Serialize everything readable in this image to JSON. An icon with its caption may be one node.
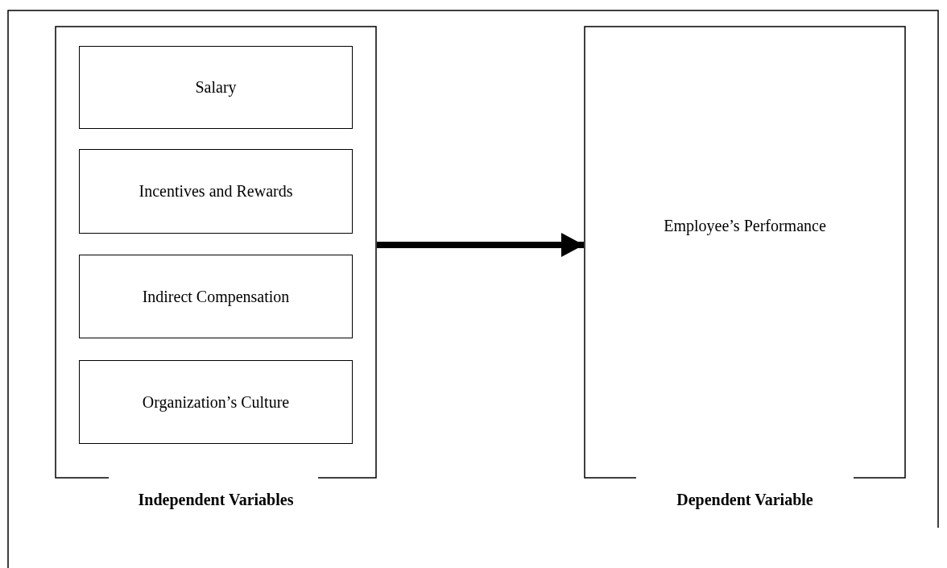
{
  "diagram": {
    "nodes": [
      {
        "text": [
          "Independent Variables"
        ]
      },
      {
        "text": [
          "Salary"
        ],
        "in": 0
      },
      {
        "text": [
          "Incentives and Rewards"
        ],
        "in": 0
      },
      {
        "text": [
          "Indirect Compensation"
        ],
        "in": 0
      },
      {
        "text": [
          "Organization’s Culture"
        ],
        "in": 0
      },
      {
        "text": [
          "Employee’s Performance",
          "Dependent Variable"
        ]
      }
    ],
    "edges": [
      {
        "from": 0,
        "to": 5,
        "arrow": "to"
      }
    ]
  }
}
